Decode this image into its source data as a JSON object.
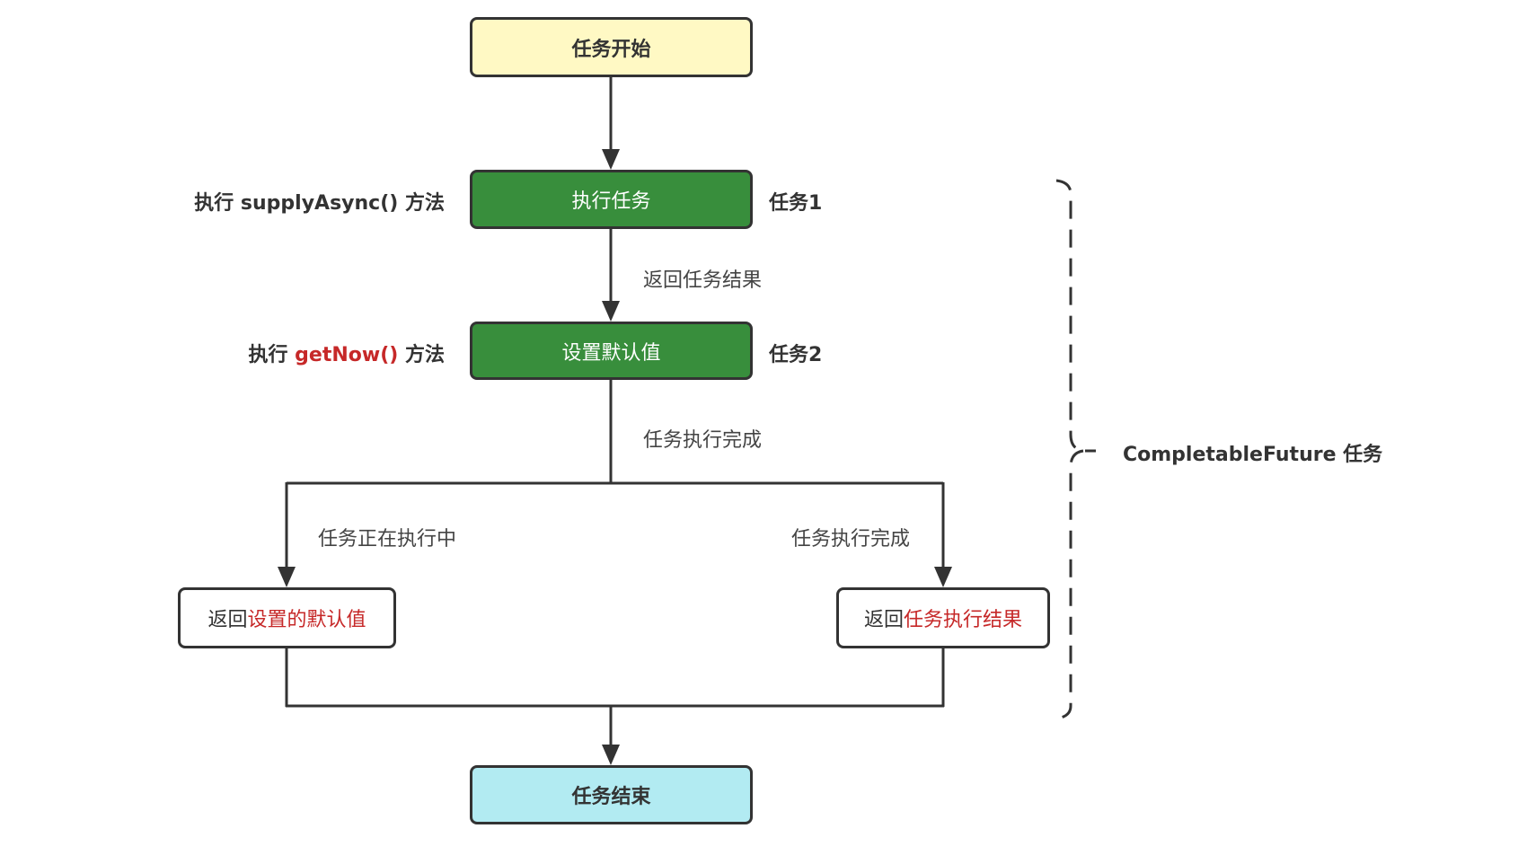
{
  "nodes": {
    "start": "任务开始",
    "task1": "执行任务",
    "task2": "设置默认值",
    "end": "任务结束",
    "result_left": {
      "prefix": "返回",
      "highlight": "设置的默认值"
    },
    "result_right": {
      "prefix": "返回",
      "highlight": "任务执行结果"
    }
  },
  "side_labels": {
    "task1_method": {
      "prefix": "执行 ",
      "method": "supplyAsync()",
      "suffix": " 方法"
    },
    "task2_method": {
      "prefix": "执行 ",
      "method": "getNow()",
      "suffix": " 方法"
    },
    "task1_tag": "任务1",
    "task2_tag": "任务2"
  },
  "edge_labels": {
    "task1_to_task2": "返回任务结果",
    "task2_done": "任务执行完成",
    "branch_running": "任务正在执行中",
    "branch_done": "任务执行完成"
  },
  "group": {
    "label": "CompletableFuture 任务"
  },
  "colors": {
    "start_fill": "#fff9c4",
    "task_fill": "#388e3c",
    "end_fill": "#b2ebf2",
    "highlight": "#c62828",
    "stroke": "#333333"
  }
}
